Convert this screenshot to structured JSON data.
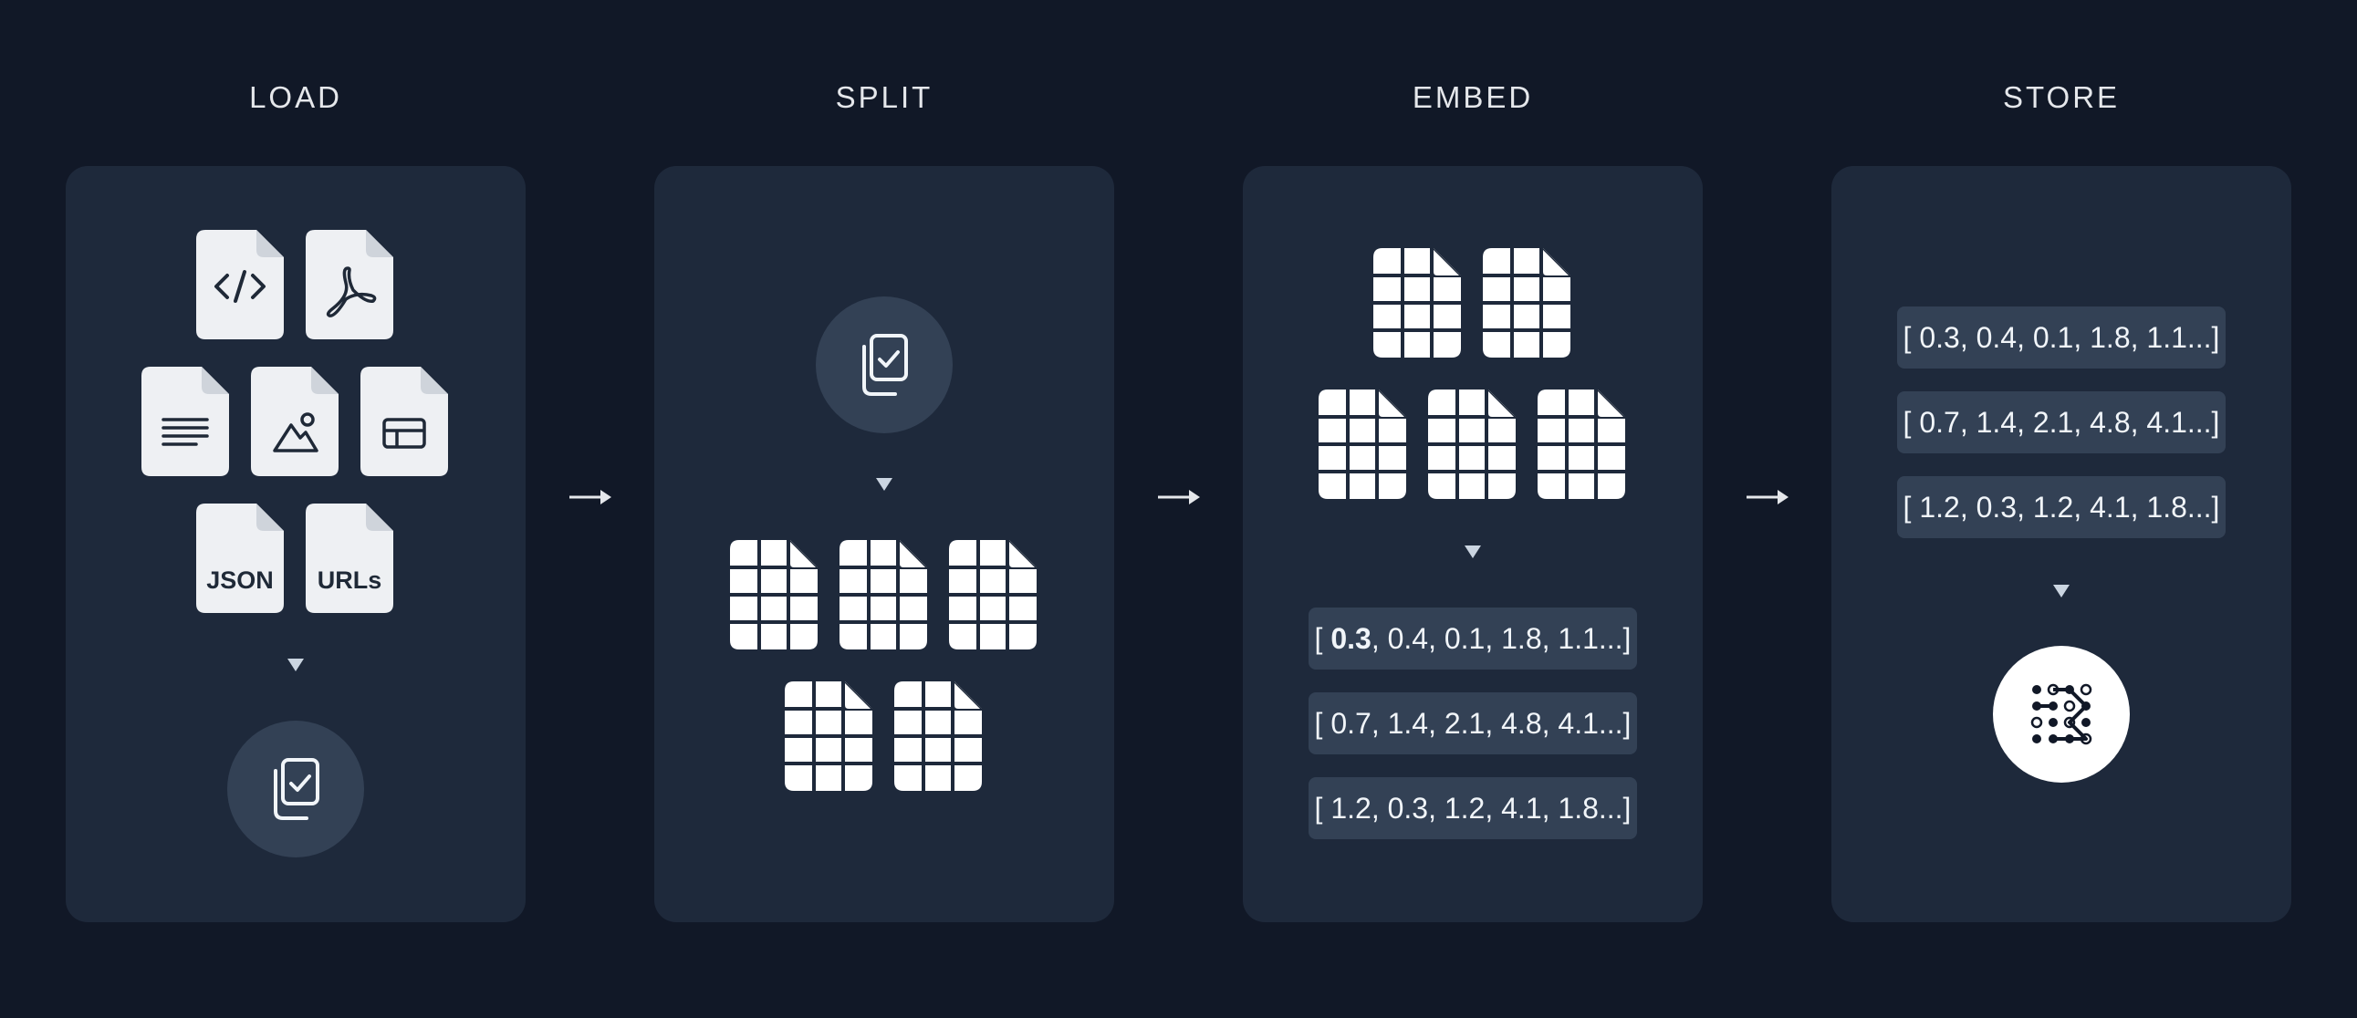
{
  "stages": [
    {
      "title": "LOAD"
    },
    {
      "title": "SPLIT"
    },
    {
      "title": "EMBED"
    },
    {
      "title": "STORE"
    }
  ],
  "load": {
    "file_types": [
      "code-file",
      "pdf-file",
      "text-file",
      "image-file",
      "table-file",
      "JSON",
      "URLs"
    ],
    "json_label": "JSON",
    "urls_label": "URLs"
  },
  "embed": {
    "vectors": [
      {
        "first": "0.3",
        "rest": ", 0.4, 0.1, 1.8, 1.1...]"
      },
      {
        "text": "[ 0.7, 1.4, 2.1, 4.8, 4.1...]"
      },
      {
        "text": "[ 1.2, 0.3, 1.2, 4.1, 1.8...]"
      }
    ],
    "first_prefix": "[ "
  },
  "store": {
    "vectors": [
      "[ 0.3, 0.4, 0.1, 1.8, 1.1...]",
      "[ 0.7, 1.4, 2.1, 4.8, 4.1...]",
      "[ 1.2, 0.3, 1.2, 4.1, 1.8...]"
    ]
  },
  "colors": {
    "background": "#111827",
    "panel": "#1e293b",
    "chip": "#334155",
    "doc": "#f3f4f6"
  }
}
